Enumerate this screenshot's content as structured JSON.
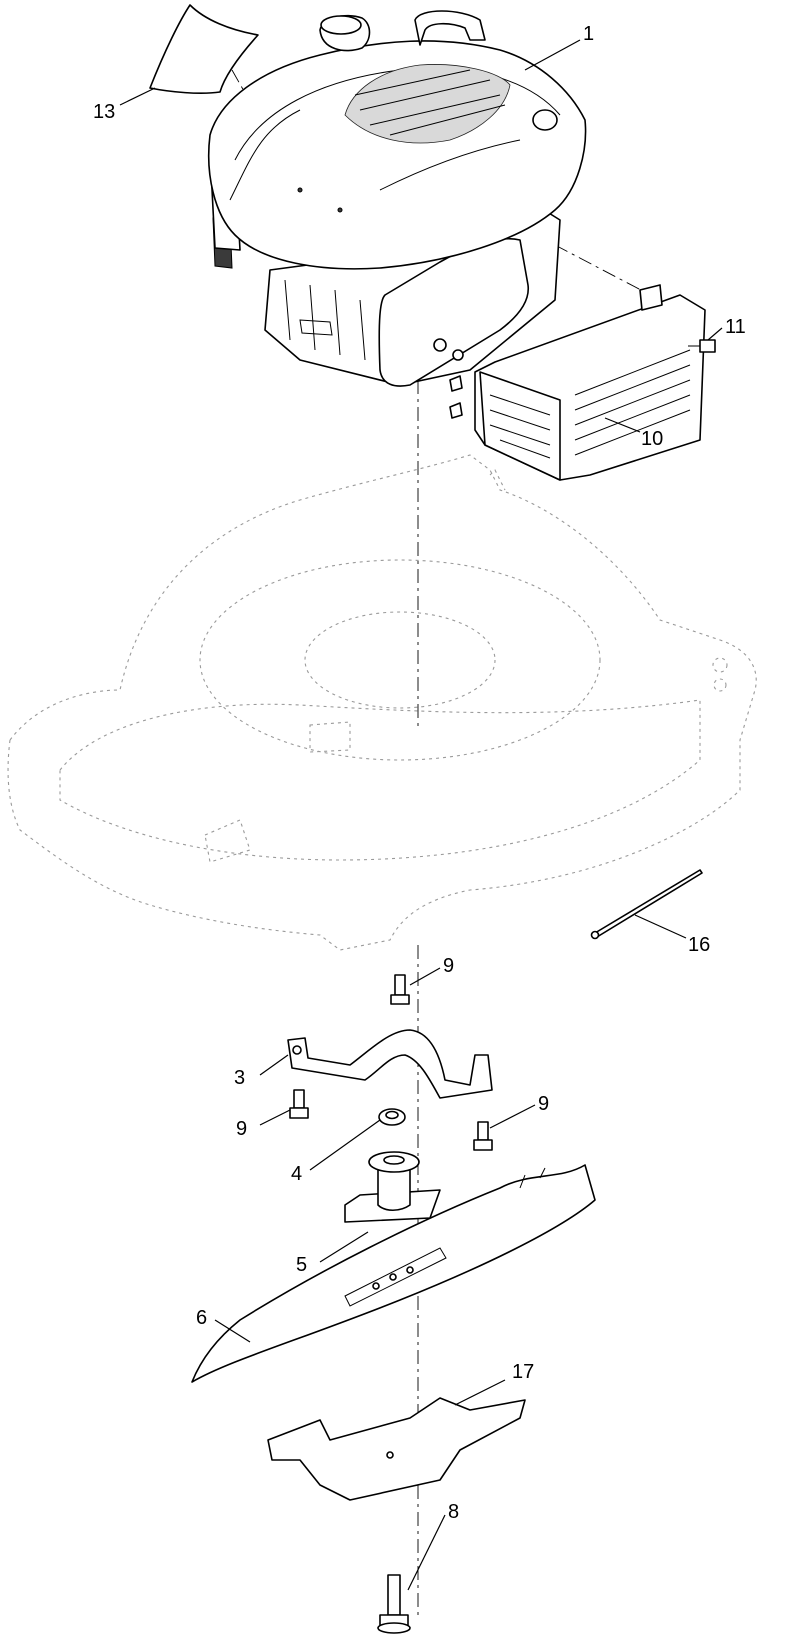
{
  "callouts": {
    "c1": "1",
    "c3": "3",
    "c4": "4",
    "c5": "5",
    "c6": "6",
    "c8": "8",
    "c9a": "9",
    "c9b": "9",
    "c9c": "9",
    "c10": "10",
    "c11": "11",
    "c13": "13",
    "c16": "16",
    "c17": "17"
  }
}
